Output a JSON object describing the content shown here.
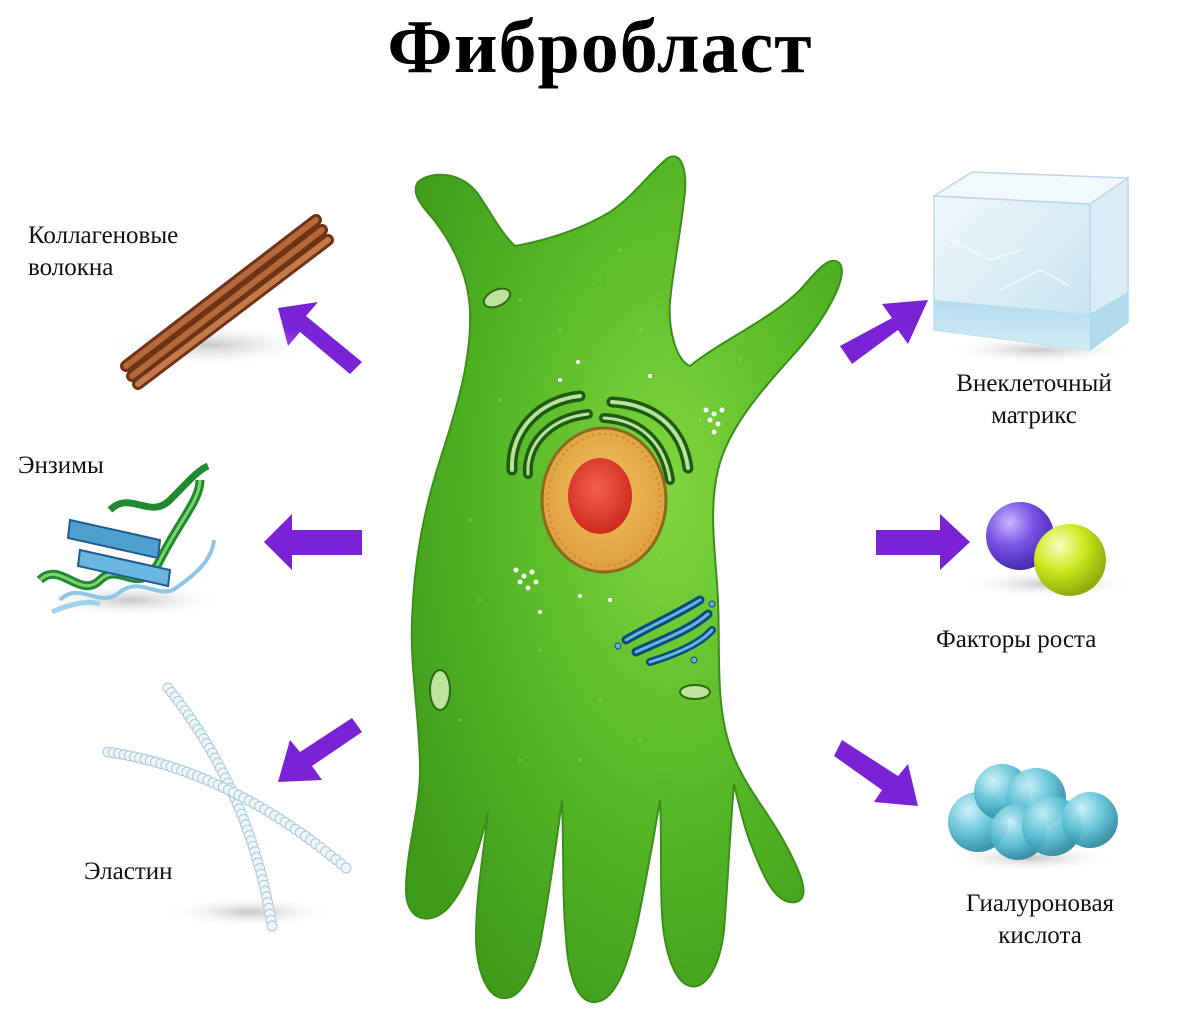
{
  "title": "Фибробласт",
  "center": {
    "label": ""
  },
  "products": [
    {
      "id": "collagen",
      "lines": [
        "Коллагеновые",
        "волокна"
      ],
      "icon": "collagen-fibers-icon"
    },
    {
      "id": "enzymes",
      "lines": [
        "Энзимы"
      ],
      "icon": "enzyme-protein-ribbon-icon"
    },
    {
      "id": "elastin",
      "lines": [
        "Эластин"
      ],
      "icon": "elastin-chains-icon"
    },
    {
      "id": "ecm",
      "lines": [
        "Внеклеточный",
        "матрикс"
      ],
      "icon": "extracellular-matrix-cube-icon"
    },
    {
      "id": "growth",
      "lines": [
        "Факторы роста"
      ],
      "icon": "growth-factor-spheres-icon"
    },
    {
      "id": "hyaluronic",
      "lines": [
        "Гиалуроновая",
        "кислота"
      ],
      "icon": "hyaluronic-acid-cluster-icon"
    }
  ],
  "colors": {
    "cell": "#4fae24",
    "cell_light": "#6cc93a",
    "arrow": "#7a22d6",
    "nucleus": "#e8a545",
    "nucleolus": "#e2352b",
    "collagen": "#9a4e28",
    "enzyme_blue": "#4f9fd0",
    "enzyme_green": "#2aa640",
    "ecm": "#cfe8f4",
    "growth_purple": "#7a4de0",
    "growth_yellow": "#c9e61c",
    "hyaluronic": "#5cc1d6"
  }
}
